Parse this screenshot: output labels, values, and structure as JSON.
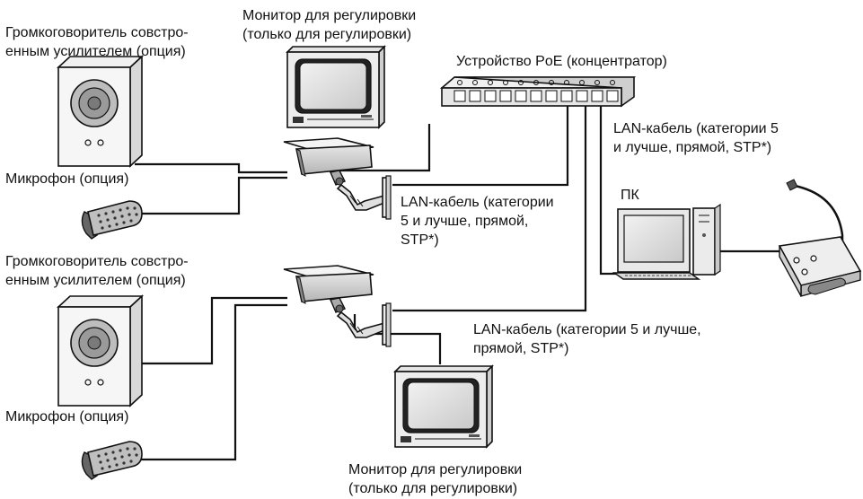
{
  "labels": {
    "speaker_top": [
      "Громкоговоритель совстро-",
      "енным усилителем (опция)"
    ],
    "monitor_top": [
      "Монитор для регулировки",
      "(только для регулировки)"
    ],
    "poe_hub": "Устройство PoE (концентратор)",
    "lan_pc": [
      "LAN-кабель (категории 5",
      "и лучше, прямой, STP*)"
    ],
    "mic_top": "Микрофон (опция)",
    "pc": "ПК",
    "lan_camera_top": [
      "LAN-кабель (категории",
      "5 и лучше, прямой,",
      "STP*)"
    ],
    "speaker_bottom": [
      "Громкоговоритель совстро-",
      "енным усилителем (опция)"
    ],
    "lan_camera_bottom": [
      "LAN-кабель (категории 5 и лучше,",
      "прямой, STP*)"
    ],
    "mic_bottom": "Микрофон (опция)",
    "monitor_bottom": [
      "Монитор для регулировки",
      "(только для регулировки)"
    ]
  },
  "devices": {
    "speaker_icon": "speaker-icon",
    "monitor_icon": "crt-monitor-icon",
    "camera_icon": "camera-icon",
    "hub_icon": "poe-hub-icon",
    "pc_icon": "desktop-pc-icon",
    "mic_icon": "microphone-icon",
    "desk_mic_icon": "desk-microphone-icon"
  }
}
